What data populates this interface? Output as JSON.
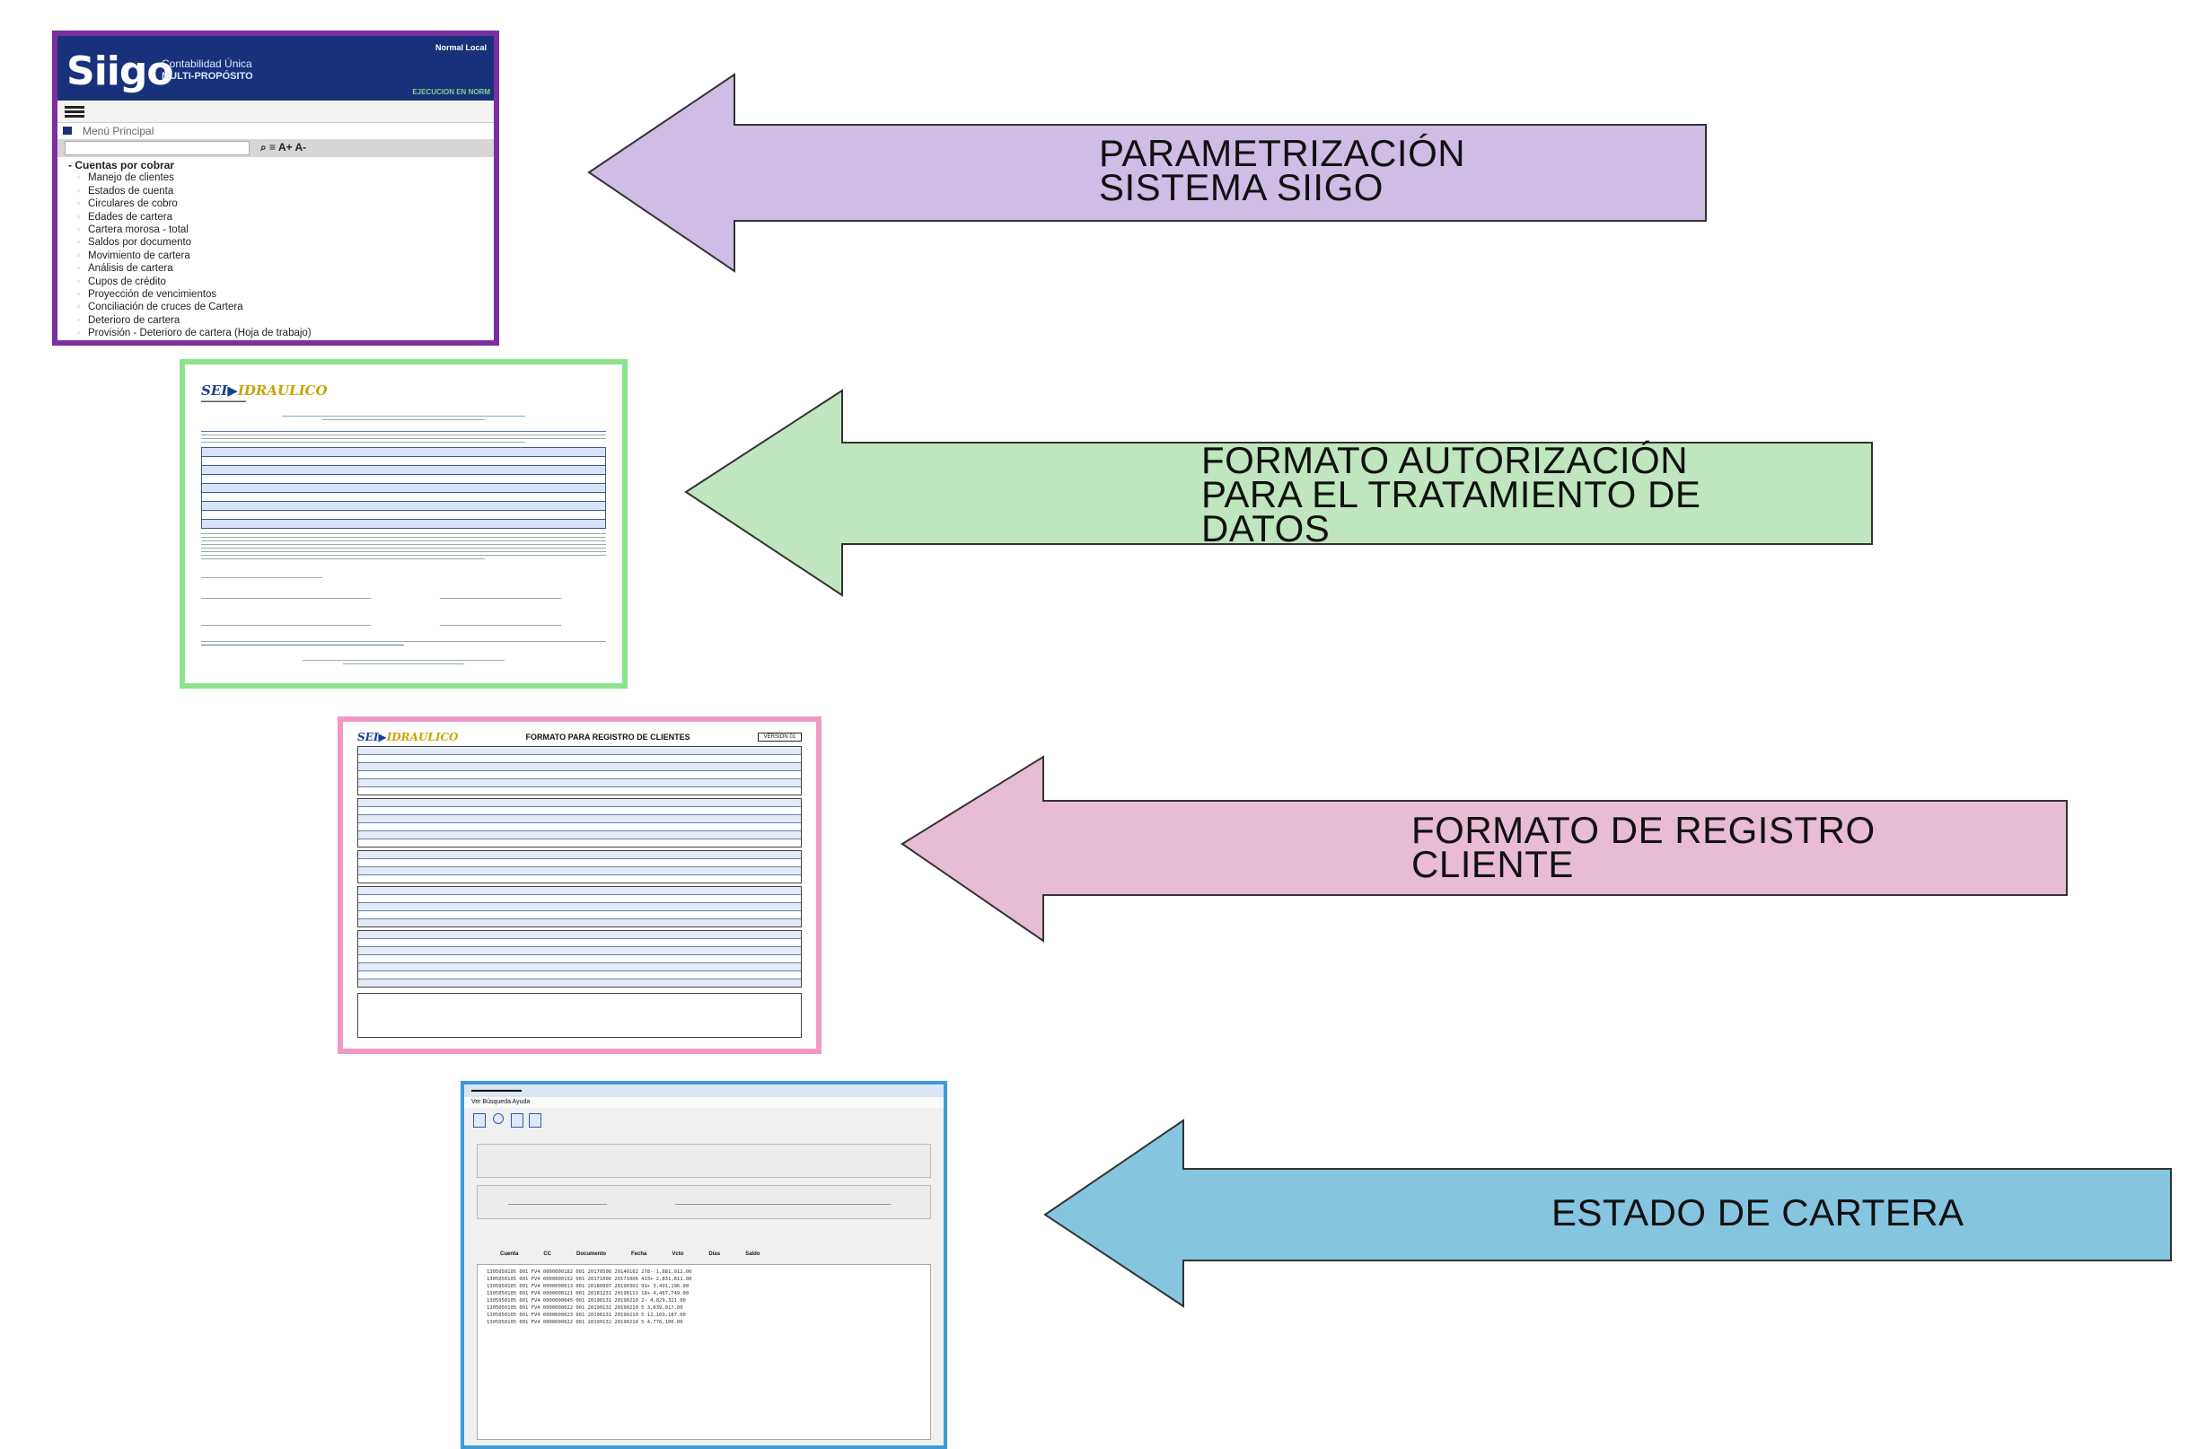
{
  "arrows": [
    {
      "label": "PARAMETRIZACIÓN\nSISTEMA SIIGO",
      "color": "#cfbde6"
    },
    {
      "label": "FORMATO AUTORIZACIÓN\nPARA EL TRATAMIENTO DE\nDATOS",
      "color": "#bfe6bf"
    },
    {
      "label": "FORMATO DE REGISTRO\nCLIENTE",
      "color": "#e7bcd4"
    },
    {
      "label": "ESTADO DE CARTERA",
      "color": "#85c5e0"
    }
  ],
  "siigo": {
    "logo": "Siigo",
    "logo_line1": "Contabilidad Única",
    "logo_line2": "MULTI-PROPÓSITO",
    "mode": "Normal Local",
    "exec": "EJECUCION EN NORM",
    "menu": "Menú Principal",
    "font_controls": "A+ A-",
    "tree_root": "Cuentas por cobrar",
    "tree_items": [
      "Manejo de clientes",
      "Estados de cuenta",
      "Circulares de cobro",
      "Edades de cartera",
      "Cartera morosa - total",
      "Saldos por documento",
      "Movimiento de cartera",
      "Análisis de cartera",
      "Cupos de crédito",
      "Proyección de vencimientos",
      "Conciliación de cruces de Cartera",
      "Deterioro de cartera",
      "Provisión - Deterioro de cartera (Hoja de trabajo)"
    ]
  },
  "auth_doc": {
    "brand": "IDRAULICO"
  },
  "reg_doc": {
    "brand": "IDRAULICO",
    "title": "FORMATO PARA REGISTRO DE CLIENTES",
    "version": "VERSION 01"
  },
  "cartera": {
    "menu": "Ver  Búsqueda  Ayuda",
    "headers": [
      "Cuenta",
      "CC",
      "Documento",
      "Fecha",
      "Vcto",
      "Días",
      "Saldo"
    ]
  }
}
